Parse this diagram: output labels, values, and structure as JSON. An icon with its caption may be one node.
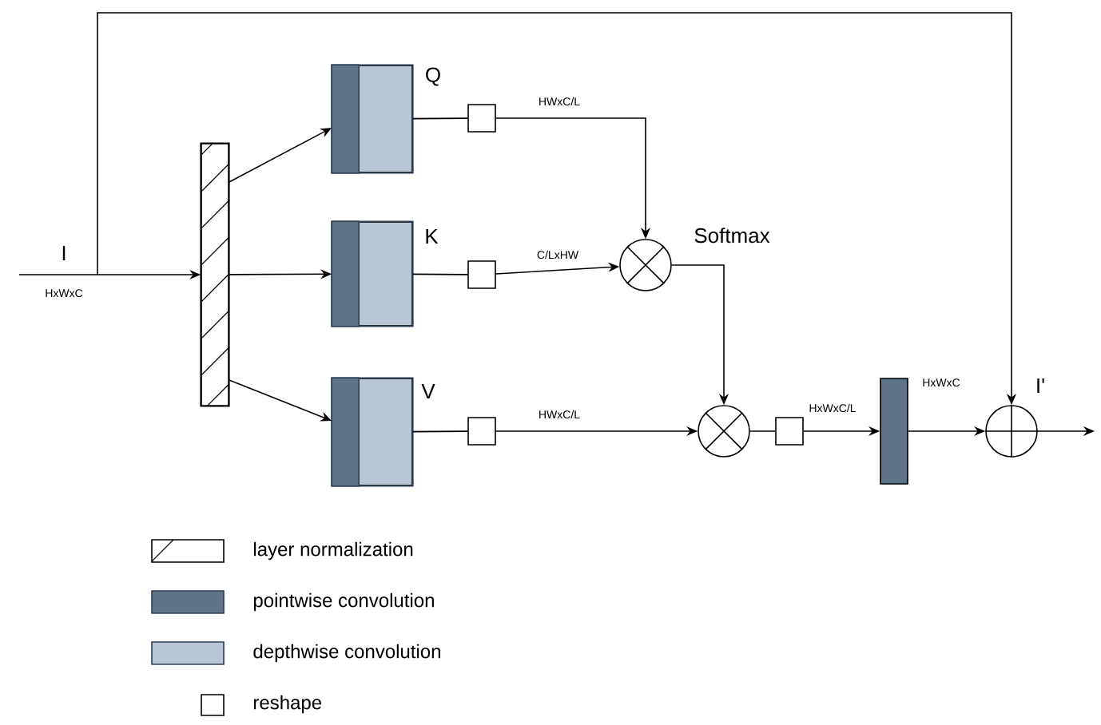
{
  "diagram": {
    "nodes": [
      {
        "text": [],
        "shape": "bar"
      },
      {
        "text": [
          "Q"
        ]
      },
      {
        "text": [
          "K"
        ]
      },
      {
        "text": [
          "V"
        ]
      },
      {
        "text": [],
        "shape": "box"
      },
      {
        "text": [],
        "shape": "box"
      },
      {
        "text": [],
        "shape": "box"
      },
      {
        "text": [],
        "shape": "circle",
        "beside": [
          "Softmax"
        ]
      },
      {
        "text": [],
        "shape": "circle"
      },
      {
        "text": [],
        "shape": "box"
      },
      {
        "text": [],
        "shape": "bar",
        "beside": [
          "HxWxC"
        ]
      },
      {
        "text": [],
        "shape": "circle",
        "beside": [
          "I'"
        ]
      }
    ],
    "edges": [
      {
        "from": null,
        "to": 0,
        "arrow": "to"
      },
      {
        "from": 0,
        "to": 1,
        "arrow": "to"
      },
      {
        "from": 0,
        "to": 2,
        "arrow": "to"
      },
      {
        "from": 0,
        "to": 3,
        "arrow": "to"
      },
      {
        "from": 1,
        "to": 4,
        "arrow": "none"
      },
      {
        "from": 2,
        "to": 5,
        "arrow": "none"
      },
      {
        "from": 3,
        "to": 6,
        "arrow": "none"
      },
      {
        "from": 4,
        "to": 7,
        "arrow": "to",
        "label": "HWxC/L"
      },
      {
        "from": 5,
        "to": 7,
        "arrow": "to",
        "label": "C/LxHW"
      },
      {
        "from": 6,
        "to": 8,
        "arrow": "to",
        "label": "HWxC/L"
      },
      {
        "from": 7,
        "to": 8,
        "arrow": "to"
      },
      {
        "from": 8,
        "to": 9,
        "arrow": "none"
      },
      {
        "from": 9,
        "to": 10,
        "arrow": "to",
        "label": "HxWxC/L"
      },
      {
        "from": 10,
        "to": 11,
        "arrow": "to"
      },
      {
        "from": 11,
        "to": null,
        "arrow": "to"
      },
      {
        "from": null,
        "to": 11,
        "arrow": "to"
      }
    ],
    "labels": [
      "I",
      "HxWxC"
    ],
    "legend": [
      {
        "text": "layer normalization"
      },
      {
        "text": "pointwise convolution",
        "color": "#5f7387"
      },
      {
        "text": "depthwise convolution",
        "color": "#b8c7d3"
      },
      {
        "text": "reshape"
      }
    ]
  }
}
